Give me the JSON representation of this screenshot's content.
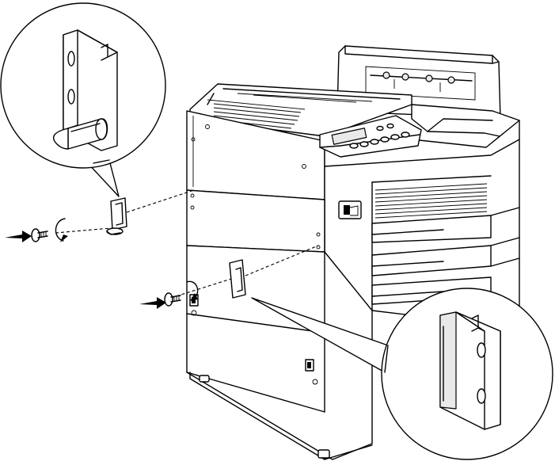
{
  "figure": {
    "type": "technical-illustration",
    "subject": "printer-with-optional-lower-cassette-unit",
    "step_arrows": 2,
    "callouts": 2
  },
  "icons": {
    "top_callout": "mounting-bracket-with-guide-pin-icon",
    "bottom_callout": "flat-bracket-with-two-holes-icon",
    "screw": "thumbscrew-icon",
    "rotation": "clockwise-rotation-arrow-icon",
    "push": "push-arrow-icon"
  },
  "colors": {
    "line": "#000000",
    "paper": "#ffffff",
    "shade": "#e9e9e9"
  }
}
